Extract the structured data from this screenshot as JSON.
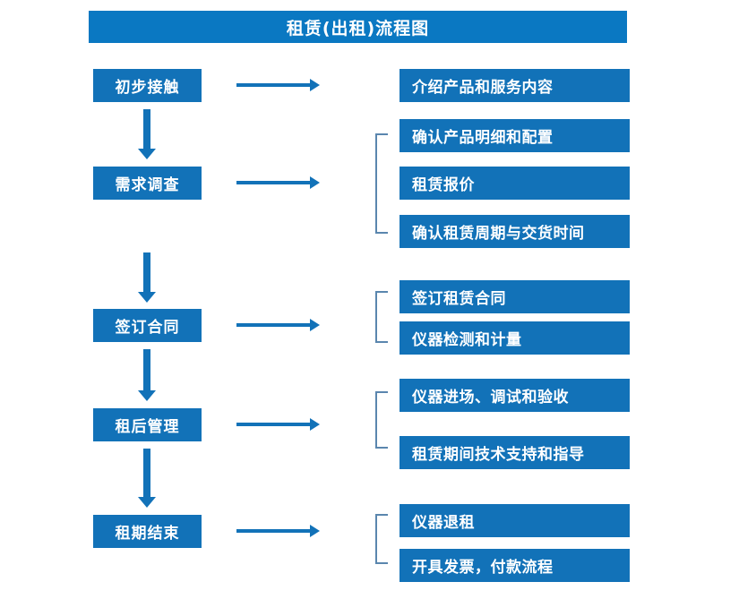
{
  "chart_data": {
    "type": "diagram",
    "title": "租赁(出租)流程图",
    "diagram_kind": "flowchart",
    "orientation": "vertical-stages-with-right-details",
    "colors": {
      "title_bar": "#0A78C2",
      "box_fill": "#1272B8",
      "box_text": "#FFFFFF",
      "arrow": "#1272B8",
      "bracket": "#5A86AE",
      "background": "#FFFFFF"
    },
    "stages": [
      {
        "label": "初步接触",
        "details": [
          "介绍产品和服务内容"
        ],
        "grouped": false
      },
      {
        "label": "需求调查",
        "details": [
          "确认产品明细和配置",
          "租赁报价",
          "确认租赁周期与交货时间"
        ],
        "grouped": true
      },
      {
        "label": "签订合同",
        "details": [
          "签订租赁合同",
          "仪器检测和计量"
        ],
        "grouped": true
      },
      {
        "label": "租后管理",
        "details": [
          "仪器进场、调试和验收",
          "租赁期间技术支持和指导"
        ],
        "grouped": true
      },
      {
        "label": "租期结束",
        "details": [
          "仪器退租",
          "开具发票，付款流程"
        ],
        "grouped": true
      }
    ]
  },
  "title": {
    "text": "租赁(出租)流程图"
  },
  "stages": {
    "s0": {
      "label": "初步接触"
    },
    "s1": {
      "label": "需求调查"
    },
    "s2": {
      "label": "签订合同"
    },
    "s3": {
      "label": "租后管理"
    },
    "s4": {
      "label": "租期结束"
    }
  },
  "details": {
    "d0": {
      "label": "介绍产品和服务内容"
    },
    "d1": {
      "label": "确认产品明细和配置"
    },
    "d2": {
      "label": "租赁报价"
    },
    "d3": {
      "label": "确认租赁周期与交货时间"
    },
    "d4": {
      "label": "签订租赁合同"
    },
    "d5": {
      "label": "仪器检测和计量"
    },
    "d6": {
      "label": "仪器进场、调试和验收"
    },
    "d7": {
      "label": "租赁期间技术支持和指导"
    },
    "d8": {
      "label": "仪器退租"
    },
    "d9": {
      "label": "开具发票，付款流程"
    }
  }
}
